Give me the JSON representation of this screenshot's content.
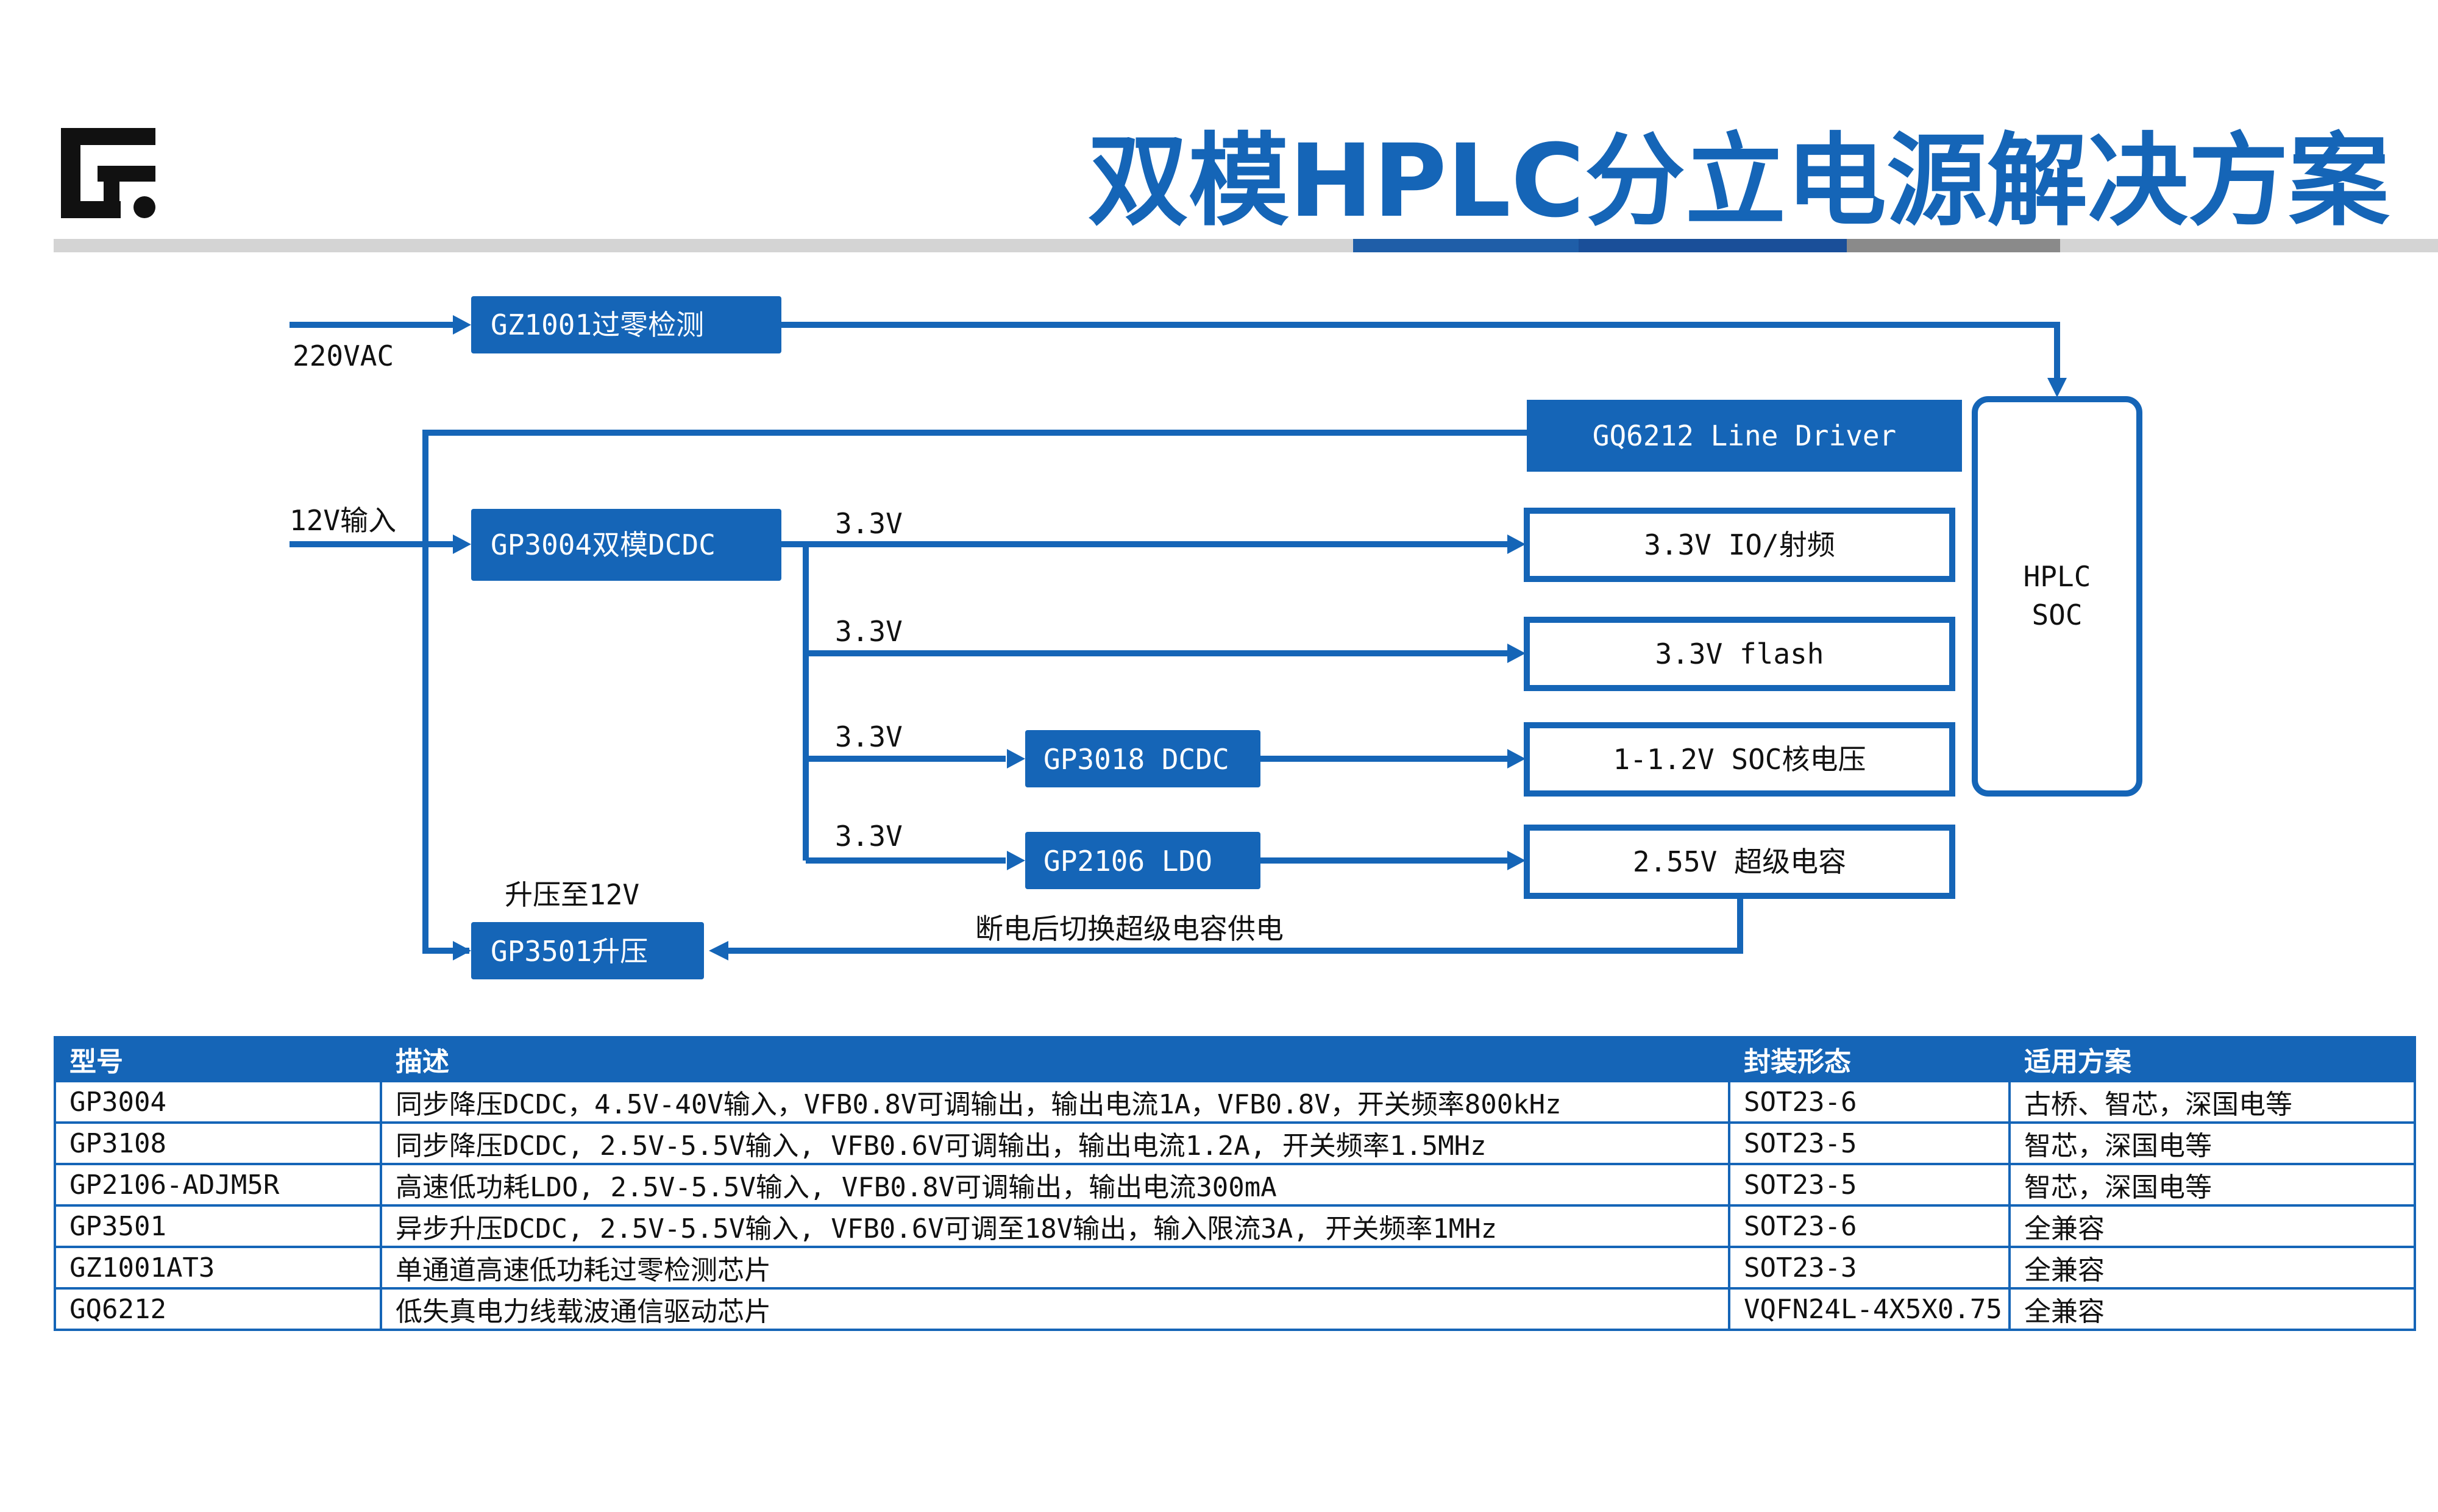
{
  "header": {
    "title": "双模HPLC分立电源解决方案",
    "accent_color": "#1565b7",
    "logo_icon": "brand-logo-icon"
  },
  "diagram": {
    "input_220": "220VAC",
    "input_12": "12V输入",
    "gz1001": "GZ1001过零检测",
    "gq6212": "GQ6212 Line Driver",
    "gp3004": "GP3004双模DCDC",
    "gp3018": "GP3018 DCDC",
    "gp2106": "GP2106 LDO",
    "gp3501": "GP3501升压",
    "out_io": "3.3V IO/射频",
    "out_flash": "3.3V flash",
    "out_soc": "1-1.2V SOC核电压",
    "out_cap": "2.55V 超级电容",
    "soc_line1": "HPLC",
    "soc_line2": "SOC",
    "rail1": "3.3V",
    "rail2": "3.3V",
    "rail3": "3.3V",
    "rail4": "3.3V",
    "boost_label": "升压至12V",
    "switch_label": "断电后切换超级电容供电"
  },
  "table": {
    "headers": [
      "型号",
      "描述",
      "封装形态",
      "适用方案"
    ],
    "rows": [
      [
        "GP3004",
        "同步降压DCDC，4.5V-40V输入，VFB0.8V可调输出，输出电流1A，VFB0.8V，开关频率800kHz",
        "SOT23-6",
        "古桥、智芯，深国电等"
      ],
      [
        "GP3108",
        "同步降压DCDC, 2.5V-5.5V输入, VFB0.6V可调输出，输出电流1.2A, 开关频率1.5MHz",
        "SOT23-5",
        "智芯，深国电等"
      ],
      [
        "GP2106-ADJM5R",
        "高速低功耗LDO, 2.5V-5.5V输入, VFB0.8V可调输出，输出电流300mA",
        "SOT23-5",
        "智芯，深国电等"
      ],
      [
        "GP3501",
        "异步升压DCDC, 2.5V-5.5V输入, VFB0.6V可调至18V输出，输入限流3A, 开关频率1MHz",
        "SOT23-6",
        "全兼容"
      ],
      [
        "GZ1001AT3",
        "单通道高速低功耗过零检测芯片",
        "SOT23-3",
        "全兼容"
      ],
      [
        "GQ6212",
        "低失真电力线载波通信驱动芯片",
        "VQFN24L-4X5X0.75",
        "全兼容"
      ]
    ]
  }
}
